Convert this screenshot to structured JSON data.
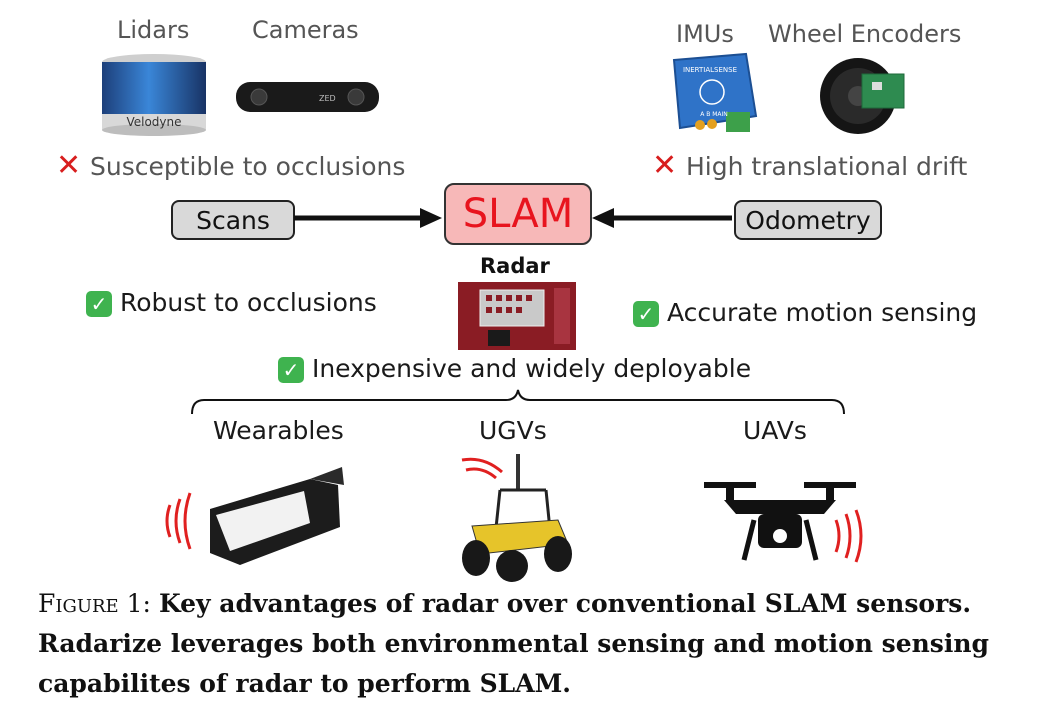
{
  "sensors": {
    "lidars": "Lidars",
    "cameras": "Cameras",
    "imus": "IMUs",
    "wheel_encoders": "Wheel Encoders",
    "velodyne_brand": "Velodyne",
    "camera_badge": "ZED",
    "imu_brand": "INERTIALSENSE",
    "imu_pins": "A  B  MAIN"
  },
  "drawbacks": {
    "scans": "Susceptible to occlusions",
    "odometry": "High translational drift"
  },
  "boxes": {
    "scans": "Scans",
    "slam": "SLAM",
    "odometry": "Odometry"
  },
  "radar": {
    "title": "Radar"
  },
  "advantages": {
    "occlusions": "Robust to occlusions",
    "motion": "Accurate motion sensing",
    "cost": "Inexpensive and widely deployable"
  },
  "platforms": {
    "wearables": "Wearables",
    "ugvs": "UGVs",
    "uavs": "UAVs"
  },
  "caption": {
    "number": "Figure 1:",
    "text": "Key advantages of radar over conventional SLAM sensors. Radarize leverages both environmental sensing and motion sensing capabilites of radar to perform SLAM."
  },
  "colors": {
    "slam_fill": "#f7b8b8",
    "slam_text": "#e8141e",
    "box_fill": "#d9d9d9",
    "check": "#3fb34f",
    "cross": "#d81e1e",
    "signal": "#e02020"
  }
}
